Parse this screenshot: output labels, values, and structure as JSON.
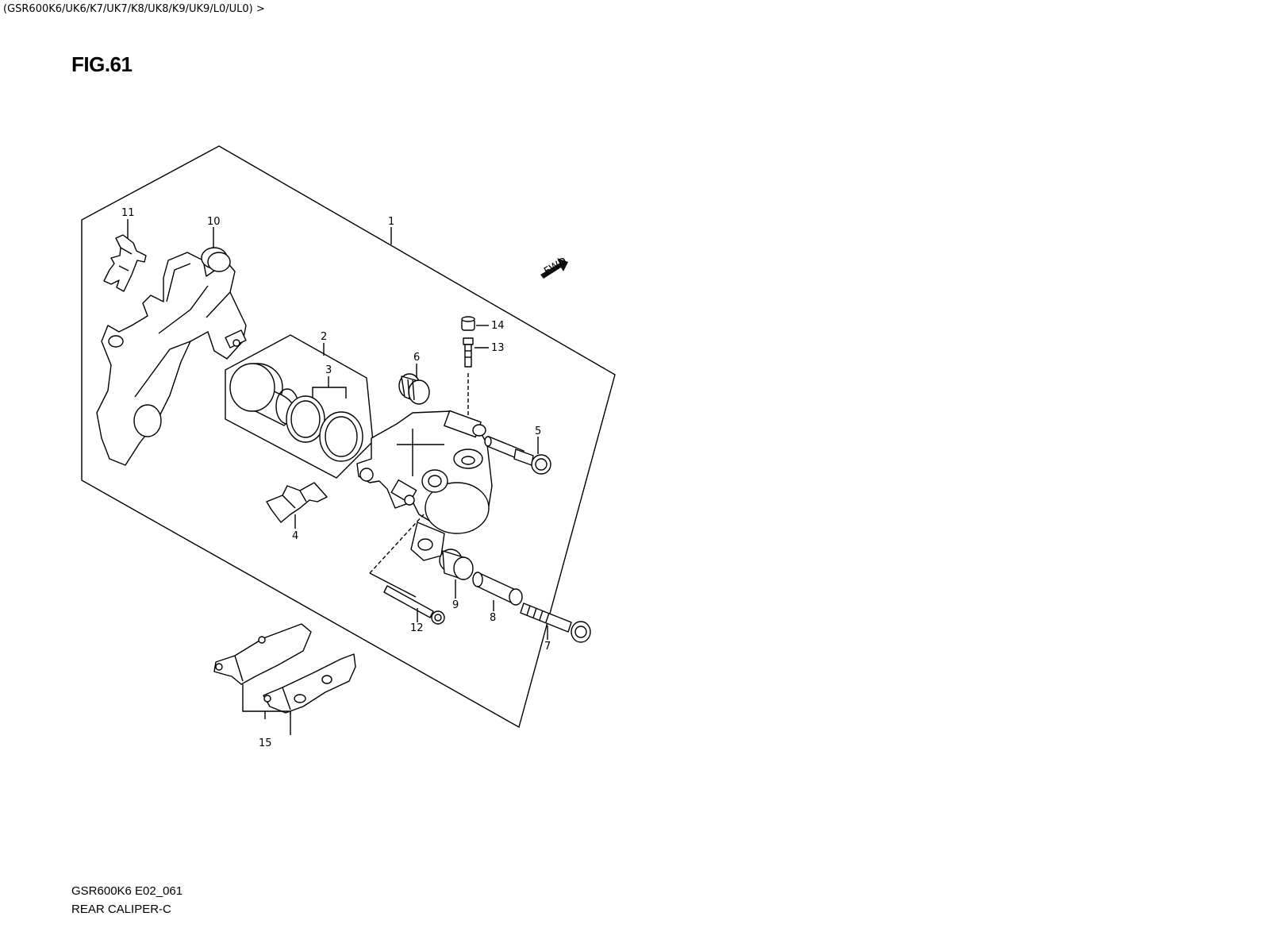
{
  "header": {
    "breadcrumb": "(GSR600K6/UK6/K7/UK7/K8/UK8/K9/UK9/L0/UL0) >",
    "figure_title": "FIG.61"
  },
  "diagram": {
    "fwd_label": "FWD",
    "callouts": [
      {
        "id": "1",
        "label": "1"
      },
      {
        "id": "2",
        "label": "2"
      },
      {
        "id": "3",
        "label": "3"
      },
      {
        "id": "4",
        "label": "4"
      },
      {
        "id": "5",
        "label": "5"
      },
      {
        "id": "6",
        "label": "6"
      },
      {
        "id": "7",
        "label": "7"
      },
      {
        "id": "8",
        "label": "8"
      },
      {
        "id": "9",
        "label": "9"
      },
      {
        "id": "10",
        "label": "10"
      },
      {
        "id": "11",
        "label": "11"
      },
      {
        "id": "12",
        "label": "12"
      },
      {
        "id": "13",
        "label": "13"
      },
      {
        "id": "14",
        "label": "14"
      },
      {
        "id": "15",
        "label": "15"
      }
    ]
  },
  "footer": {
    "code": "GSR600K6 E02_061",
    "name": "REAR CALIPER-C"
  }
}
